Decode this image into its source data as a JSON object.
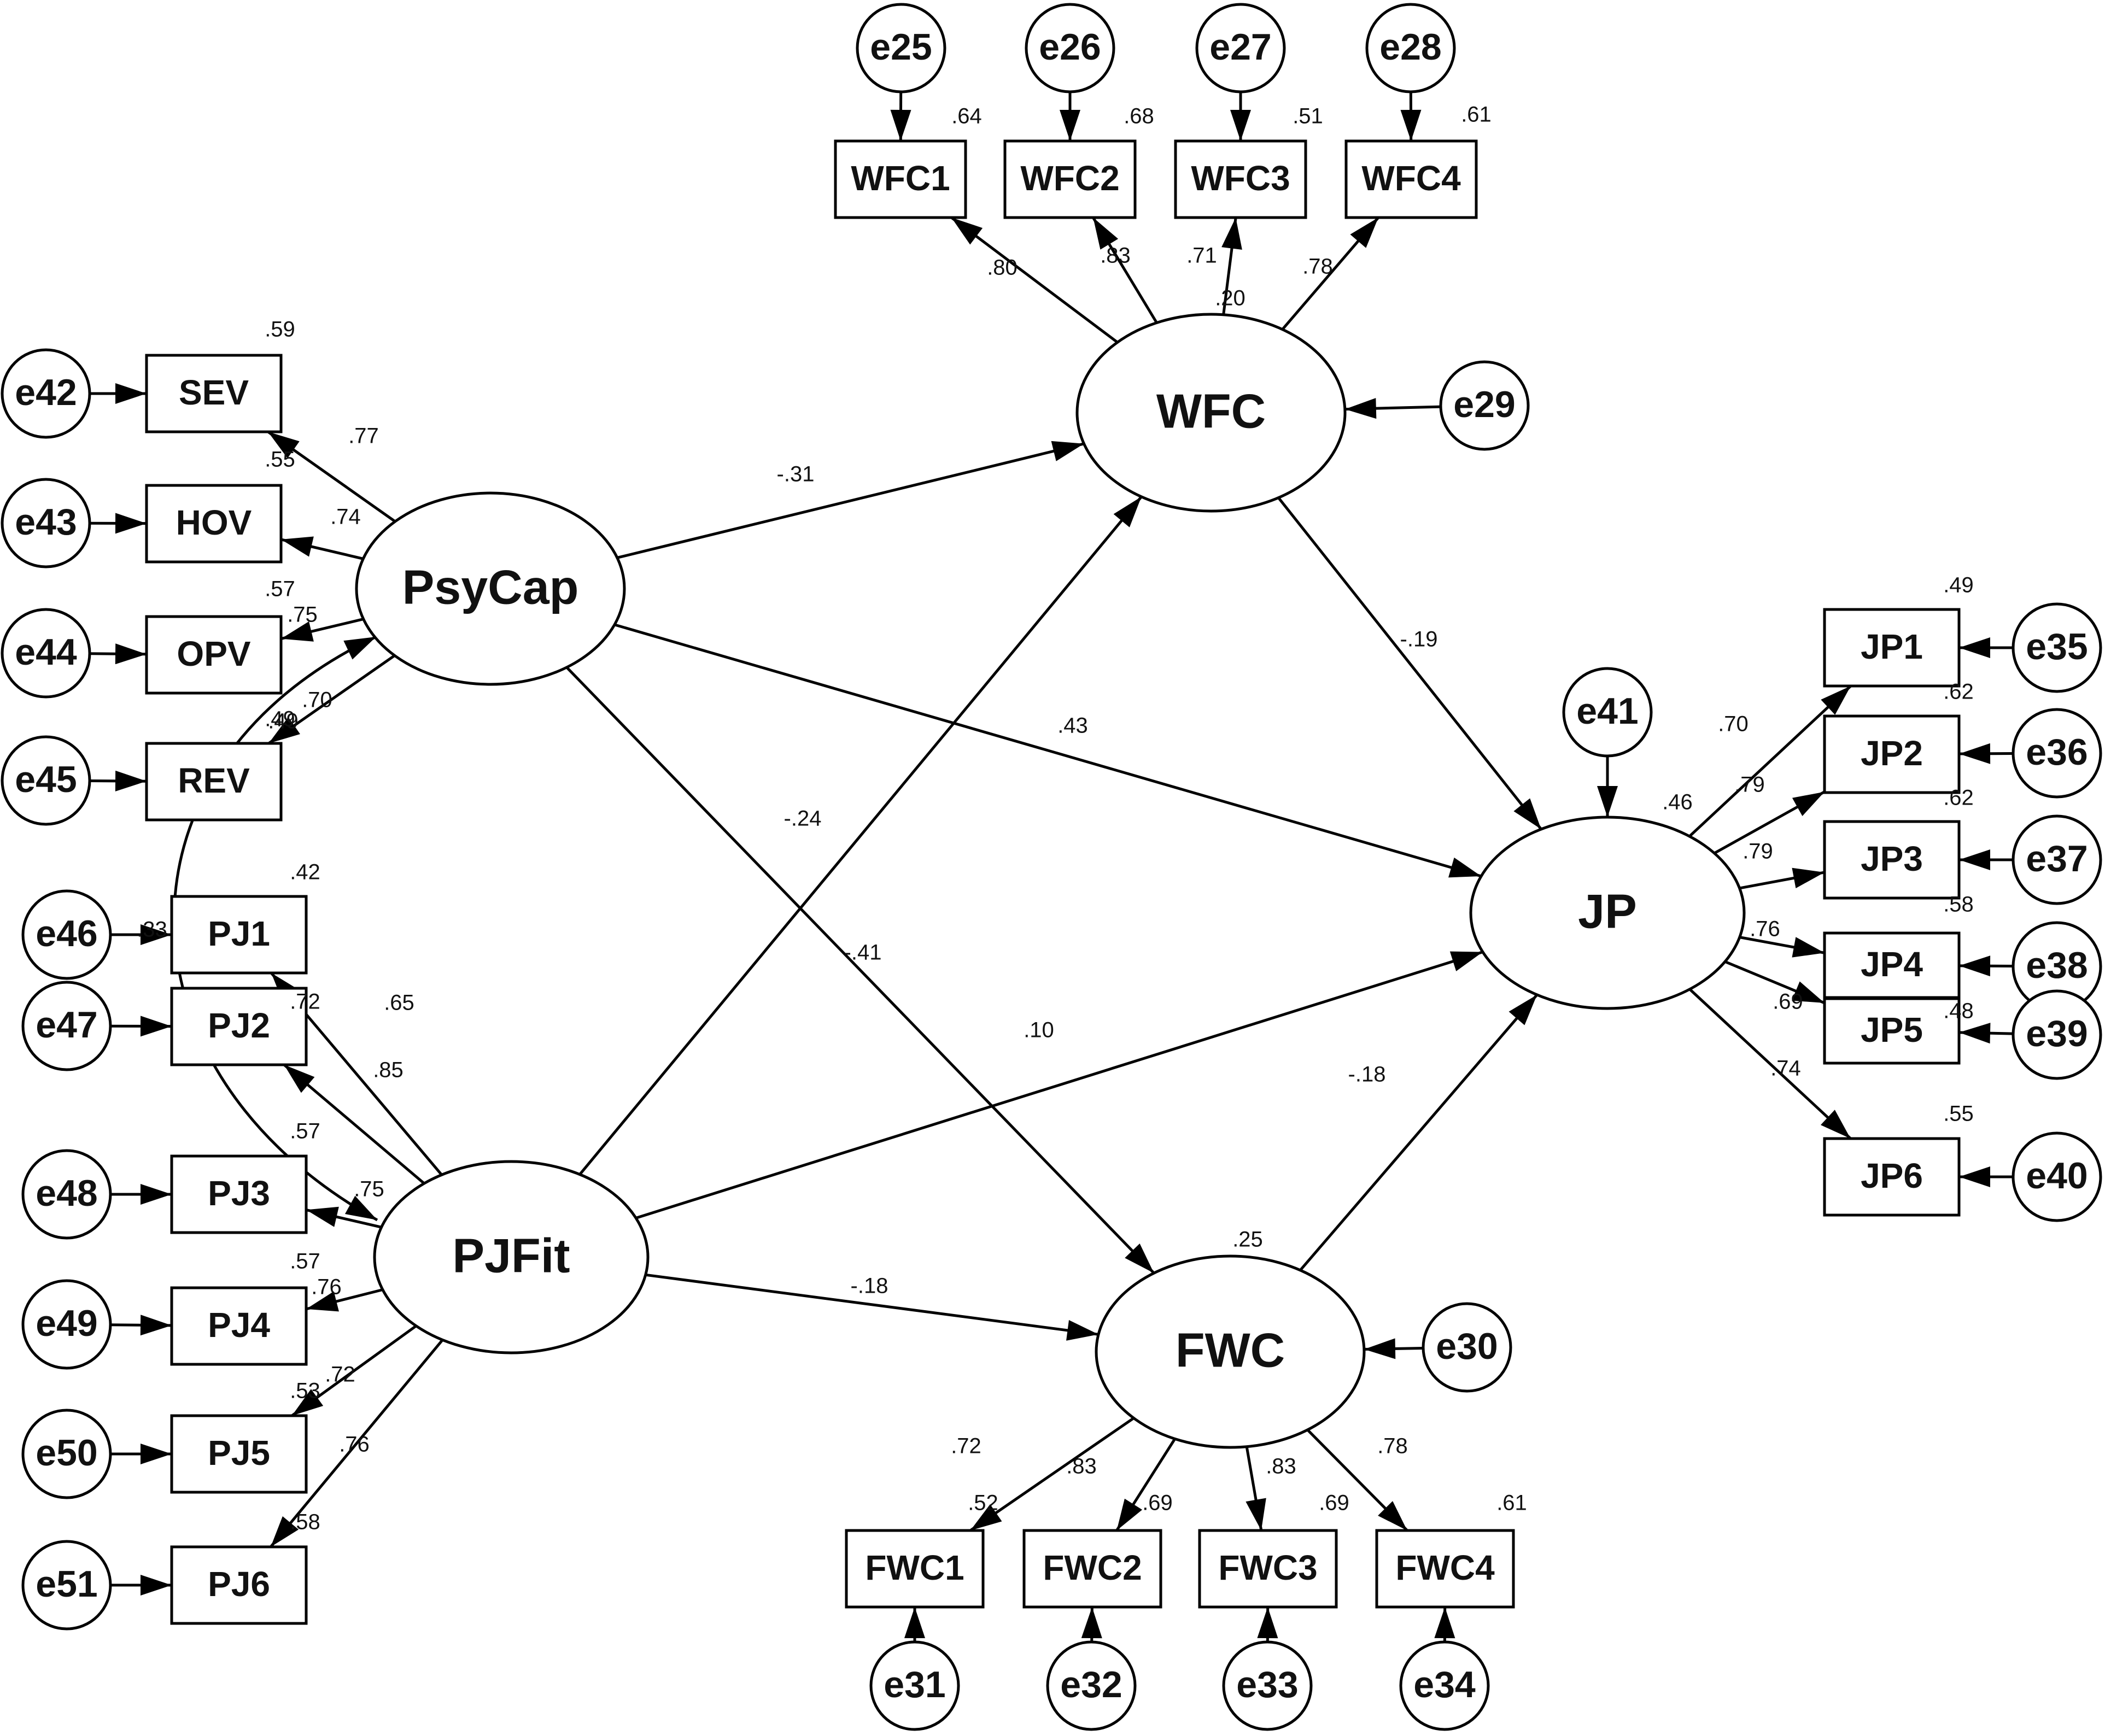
{
  "latents": [
    {
      "id": "PsyCap",
      "label": "PsyCap"
    },
    {
      "id": "PJFit",
      "label": "PJFit"
    },
    {
      "id": "WFC",
      "label": "WFC"
    },
    {
      "id": "FWC",
      "label": "FWC"
    },
    {
      "id": "JP",
      "label": "JP"
    }
  ],
  "observed": [
    {
      "id": "SEV",
      "label": "SEV",
      "r2": ".59"
    },
    {
      "id": "HOV",
      "label": "HOV",
      "r2": ".55"
    },
    {
      "id": "OPV",
      "label": "OPV",
      "r2": ".57"
    },
    {
      "id": "REV",
      "label": "REV",
      "r2": ".49"
    },
    {
      "id": "PJ1",
      "label": "PJ1",
      "r2": ".42"
    },
    {
      "id": "PJ2",
      "label": "PJ2",
      "r2": ".72"
    },
    {
      "id": "PJ3",
      "label": "PJ3",
      "r2": ".57"
    },
    {
      "id": "PJ4",
      "label": "PJ4",
      "r2": ".57"
    },
    {
      "id": "PJ5",
      "label": "PJ5",
      "r2": ".53"
    },
    {
      "id": "PJ6",
      "label": "PJ6",
      "r2": ".58"
    },
    {
      "id": "WFC1",
      "label": "WFC1",
      "r2": ".64"
    },
    {
      "id": "WFC2",
      "label": "WFC2",
      "r2": ".68"
    },
    {
      "id": "WFC3",
      "label": "WFC3",
      "r2": ".51"
    },
    {
      "id": "WFC4",
      "label": "WFC4",
      "r2": ".61"
    },
    {
      "id": "FWC1",
      "label": "FWC1",
      "r2": ".52"
    },
    {
      "id": "FWC2",
      "label": "FWC2",
      "r2": ".69"
    },
    {
      "id": "FWC3",
      "label": "FWC3",
      "r2": ".69"
    },
    {
      "id": "FWC4",
      "label": "FWC4",
      "r2": ".61"
    },
    {
      "id": "JP1",
      "label": "JP1",
      "r2": ".49"
    },
    {
      "id": "JP2",
      "label": "JP2",
      "r2": ".62"
    },
    {
      "id": "JP3",
      "label": "JP3",
      "r2": ".62"
    },
    {
      "id": "JP4",
      "label": "JP4",
      "r2": ".58"
    },
    {
      "id": "JP5",
      "label": "JP5",
      "r2": ".48"
    },
    {
      "id": "JP6",
      "label": "JP6",
      "r2": ".55"
    }
  ],
  "errors": [
    {
      "id": "e25",
      "label": "e25",
      "target": "WFC1"
    },
    {
      "id": "e26",
      "label": "e26",
      "target": "WFC2"
    },
    {
      "id": "e27",
      "label": "e27",
      "target": "WFC3"
    },
    {
      "id": "e28",
      "label": "e28",
      "target": "WFC4"
    },
    {
      "id": "e29",
      "label": "e29",
      "target": "WFC"
    },
    {
      "id": "e30",
      "label": "e30",
      "target": "FWC"
    },
    {
      "id": "e31",
      "label": "e31",
      "target": "FWC1"
    },
    {
      "id": "e32",
      "label": "e32",
      "target": "FWC2"
    },
    {
      "id": "e33",
      "label": "e33",
      "target": "FWC3"
    },
    {
      "id": "e34",
      "label": "e34",
      "target": "FWC4"
    },
    {
      "id": "e35",
      "label": "e35",
      "target": "JP1"
    },
    {
      "id": "e36",
      "label": "e36",
      "target": "JP2"
    },
    {
      "id": "e37",
      "label": "e37",
      "target": "JP3"
    },
    {
      "id": "e38",
      "label": "e38",
      "target": "JP4"
    },
    {
      "id": "e39",
      "label": "e39",
      "target": "JP5"
    },
    {
      "id": "e40",
      "label": "e40",
      "target": "JP6"
    },
    {
      "id": "e41",
      "label": "e41",
      "target": "JP"
    },
    {
      "id": "e42",
      "label": "e42",
      "target": "SEV"
    },
    {
      "id": "e43",
      "label": "e43",
      "target": "HOV"
    },
    {
      "id": "e44",
      "label": "e44",
      "target": "OPV"
    },
    {
      "id": "e45",
      "label": "e45",
      "target": "REV"
    },
    {
      "id": "e46",
      "label": "e46",
      "target": "PJ1"
    },
    {
      "id": "e47",
      "label": "e47",
      "target": "PJ2"
    },
    {
      "id": "e48",
      "label": "e48",
      "target": "PJ3"
    },
    {
      "id": "e49",
      "label": "e49",
      "target": "PJ4"
    },
    {
      "id": "e50",
      "label": "e50",
      "target": "PJ5"
    },
    {
      "id": "e51",
      "label": "e51",
      "target": "PJ6"
    }
  ],
  "loadings": [
    {
      "from": "PsyCap",
      "to": "SEV",
      "value": ".77"
    },
    {
      "from": "PsyCap",
      "to": "HOV",
      "value": ".74"
    },
    {
      "from": "PsyCap",
      "to": "OPV",
      "value": ".75"
    },
    {
      "from": "PsyCap",
      "to": "REV",
      "value": ".70"
    },
    {
      "from": "PJFit",
      "to": "PJ1",
      "value": ".65"
    },
    {
      "from": "PJFit",
      "to": "PJ2",
      "value": ".85"
    },
    {
      "from": "PJFit",
      "to": "PJ3",
      "value": ".75"
    },
    {
      "from": "PJFit",
      "to": "PJ4",
      "value": ".76"
    },
    {
      "from": "PJFit",
      "to": "PJ5",
      "value": ".72"
    },
    {
      "from": "PJFit",
      "to": "PJ6",
      "value": ".76"
    },
    {
      "from": "WFC",
      "to": "WFC1",
      "value": ".80"
    },
    {
      "from": "WFC",
      "to": "WFC2",
      "value": ".83"
    },
    {
      "from": "WFC",
      "to": "WFC3",
      "value": ".71"
    },
    {
      "from": "WFC",
      "to": "WFC4",
      "value": ".78"
    },
    {
      "from": "FWC",
      "to": "FWC1",
      "value": ".72"
    },
    {
      "from": "FWC",
      "to": "FWC2",
      "value": ".83"
    },
    {
      "from": "FWC",
      "to": "FWC3",
      "value": ".83"
    },
    {
      "from": "FWC",
      "to": "FWC4",
      "value": ".78"
    },
    {
      "from": "JP",
      "to": "JP1",
      "value": ".70"
    },
    {
      "from": "JP",
      "to": "JP2",
      "value": ".79"
    },
    {
      "from": "JP",
      "to": "JP3",
      "value": ".79"
    },
    {
      "from": "JP",
      "to": "JP4",
      "value": ".76"
    },
    {
      "from": "JP",
      "to": "JP5",
      "value": ".69"
    },
    {
      "from": "JP",
      "to": "JP6",
      "value": ".74"
    }
  ],
  "paths": [
    {
      "from": "PsyCap",
      "to": "WFC",
      "value": "-.31"
    },
    {
      "from": "PsyCap",
      "to": "JP",
      "value": ".43"
    },
    {
      "from": "PsyCap",
      "to": "FWC",
      "value": "-.41"
    },
    {
      "from": "PJFit",
      "to": "WFC",
      "value": "-.24"
    },
    {
      "from": "PJFit",
      "to": "JP",
      "value": ".10"
    },
    {
      "from": "PJFit",
      "to": "FWC",
      "value": "-.18"
    },
    {
      "from": "WFC",
      "to": "JP",
      "value": "-.19"
    },
    {
      "from": "FWC",
      "to": "JP",
      "value": "-.18"
    }
  ],
  "correlation": {
    "from": "PJFit",
    "to": "PsyCap",
    "value": ".49"
  },
  "latent_r2": [
    {
      "id": "WFC",
      "value": ".20"
    },
    {
      "id": "FWC",
      "value": ".25"
    },
    {
      "id": "JP",
      "value": ".46"
    }
  ],
  "partial_labels": [
    {
      "text": ".33",
      "note": "partially hidden near e46-PJ1"
    }
  ]
}
